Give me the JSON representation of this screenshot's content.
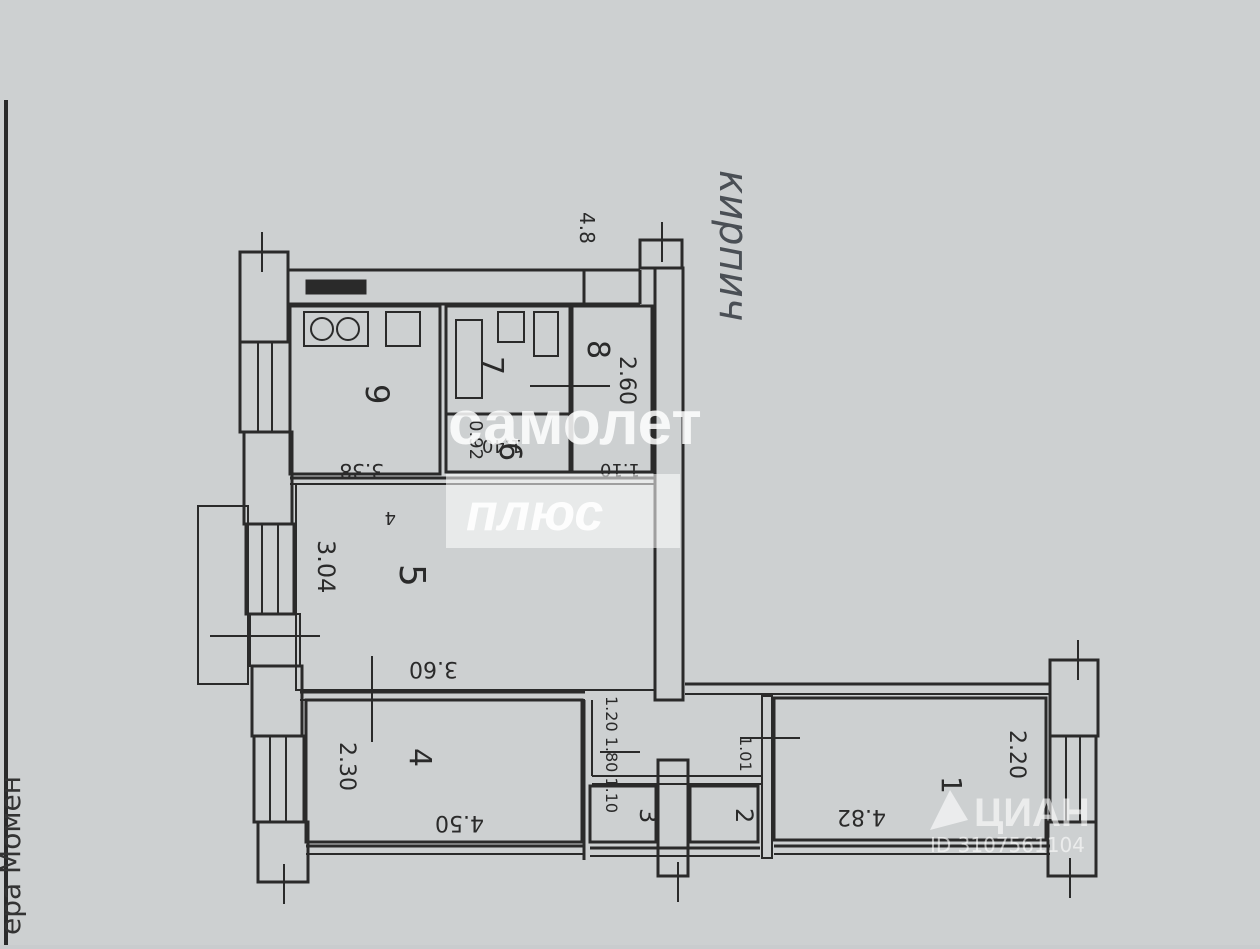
{
  "plan": {
    "rooms": [
      {
        "id": "1",
        "number": "1",
        "width": "2.20",
        "length": "4.82"
      },
      {
        "id": "2",
        "number": "2"
      },
      {
        "id": "3",
        "number": "3"
      },
      {
        "id": "4",
        "number": "4",
        "width": "2.30",
        "length": "4.50"
      },
      {
        "id": "5",
        "number": "5",
        "width": "3.04",
        "length": "3.60"
      },
      {
        "id": "6",
        "number": "6",
        "width": "1.40",
        "length": "0.92"
      },
      {
        "id": "7",
        "number": "7"
      },
      {
        "id": "8",
        "number": "8",
        "width": "2.60",
        "length": "1.10"
      },
      {
        "id": "9",
        "number": "9",
        "length": "3.38"
      }
    ],
    "labels": {
      "hall_dims": "1.20 1.80 1.10",
      "hall_small": "1.01",
      "top_tick": "4.8",
      "corner_4": "4"
    },
    "margin_note": "ера Момен",
    "handwriting": "кирпич"
  },
  "watermarks": {
    "brand_line1": "самолет",
    "brand_line2": "плюс",
    "cian_text": "ЦИАН",
    "cian_id": "ID 3107561104"
  },
  "colors": {
    "paper": "#c9ccce",
    "ink": "#2a2a2a",
    "watermark": "#ffffff"
  }
}
